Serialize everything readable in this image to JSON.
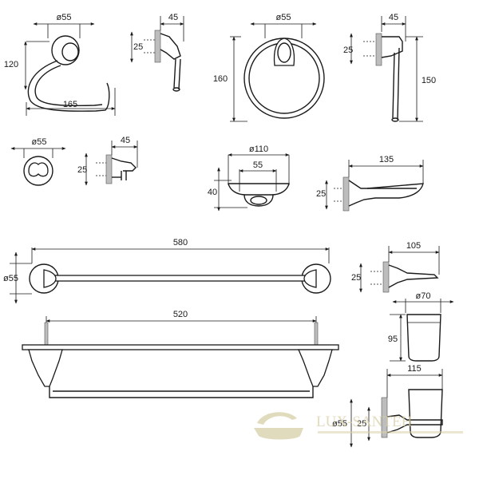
{
  "dimensions": {
    "ring_holder_dia": "ø55",
    "ring_holder_height": "120",
    "ring_holder_width": "165",
    "ring_holder_depth": "45",
    "ring_holder_side_base": "25",
    "towel_ring_dia": "ø55",
    "towel_ring_height": "160",
    "towel_ring_depth": "45",
    "towel_ring_side_base": "25",
    "towel_ring_side_height": "150",
    "hook_dia": "ø55",
    "hook_depth": "45",
    "hook_side_base": "25",
    "soap_dish_outer": "ø110",
    "soap_dish_base": "55",
    "soap_dish_height": "40",
    "soap_dish_depth": "135",
    "soap_dish_side_base": "25",
    "towel_bar_length": "580",
    "towel_bar_dia": "ø55",
    "towel_bar_depth": "105",
    "towel_bar_side_base": "25",
    "shelf_length": "520",
    "tumbler_dia": "ø70",
    "tumbler_height": "95",
    "tumbler_depth": "115",
    "tumbler_side_base": "25",
    "tumbler_side_dia": "ø55"
  },
  "watermark": {
    "brand": "LUX-SANTEH"
  }
}
